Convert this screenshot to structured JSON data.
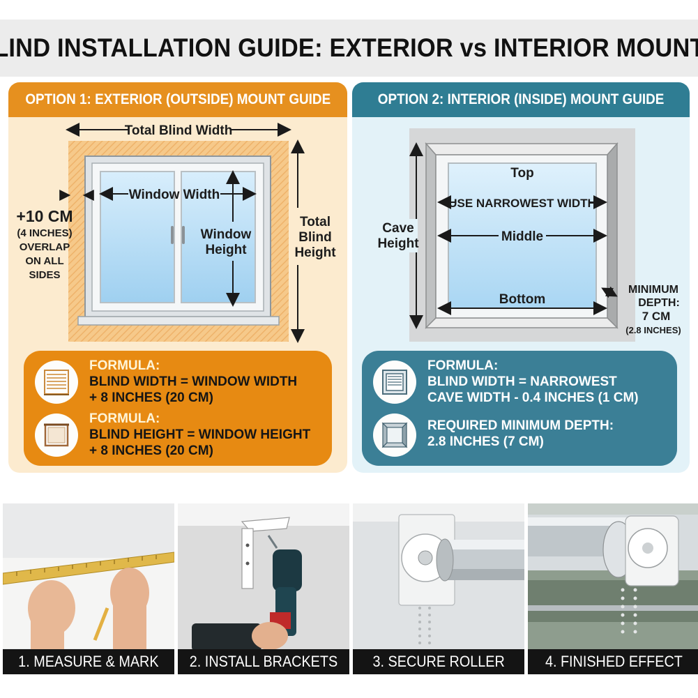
{
  "title": "BLIND INSTALLATION GUIDE: EXTERIOR vs INTERIOR MOUNTS",
  "colors": {
    "orange": "#e6901f",
    "teal": "#2f7d93",
    "cream": "#fcebcf",
    "light_blue": "#e3f2f8"
  },
  "exterior": {
    "header": "OPTION 1: EXTERIOR (OUTSIDE) MOUNT GUIDE",
    "labels": {
      "total_blind_width": "Total Blind Width",
      "window_width": "Window Width",
      "window_height_1": "Window",
      "window_height_2": "Height",
      "total_blind_height_1": "Total",
      "total_blind_height_2": "Blind",
      "total_blind_height_3": "Height",
      "overlap_1": "+10 CM",
      "overlap_2": "(4 INCHES)",
      "overlap_3": "OVERLAP",
      "overlap_4": "ON ALL",
      "overlap_5": "SIDES"
    },
    "formula_1": {
      "title": "FORMULA:",
      "line1": "BLIND WIDTH = WINDOW WIDTH",
      "line2": "+ 8 INCHES (20 CM)",
      "icon": "blind-width-icon"
    },
    "formula_2": {
      "title": "FORMULA:",
      "line1": "BLIND HEIGHT = WINDOW HEIGHT",
      "line2": "+ 8 INCHES (20 CM)",
      "icon": "blind-height-icon"
    }
  },
  "interior": {
    "header": "OPTION 2: INTERIOR (INSIDE) MOUNT GUIDE",
    "labels": {
      "top": "Top",
      "use_narrowest_width": "USE NARROWEST WIDTH",
      "middle": "Middle",
      "bottom": "Bottom",
      "cave_height_1": "Cave",
      "cave_height_2": "Height",
      "min_depth_1": "MINIMUM",
      "min_depth_2": "DEPTH:",
      "min_depth_3": "7 CM",
      "min_depth_4": "(2.8 INCHES)"
    },
    "formula_1": {
      "title": "FORMULA:",
      "line1": "BLIND WIDTH = NARROWEST",
      "line2": "CAVE WIDTH - 0.4 INCHES (1 CM)",
      "icon": "inside-mount-icon"
    },
    "formula_2": {
      "line1": "REQUIRED MINIMUM DEPTH:",
      "line2": "2.8 INCHES (7 CM)",
      "icon": "depth-frame-icon"
    }
  },
  "steps": [
    {
      "label": "1. MEASURE & MARK"
    },
    {
      "label": "2. INSTALL BRACKETS"
    },
    {
      "label": "3. SECURE ROLLER"
    },
    {
      "label": "4. FINISHED EFFECT"
    }
  ]
}
